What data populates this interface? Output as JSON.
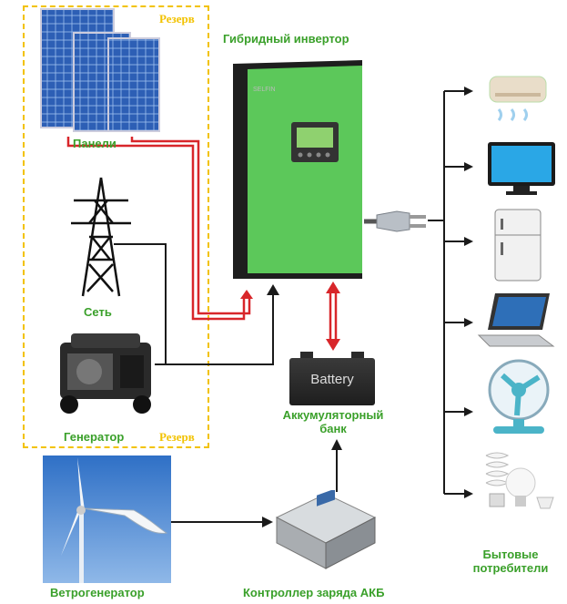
{
  "labels": {
    "reserve_top": "Резерв",
    "reserve_bottom": "Резерв",
    "panels": "Панели",
    "grid": "Сеть",
    "generator": "Генератор",
    "inverter": "Гибридный инвертор",
    "battery_text": "Battery",
    "battery_bank": "Аккумуляторный банк",
    "wind": "Ветрогенератор",
    "controller": "Контроллер заряда АКБ",
    "consumers": "Бытовые потребители",
    "inverter_brand": "SELFIN"
  },
  "colors": {
    "reserve_border": "#f2c200",
    "label_green": "#3aa02a",
    "wire_red": "#d8262a",
    "wire_black": "#1a1a1a",
    "inverter_green": "#5cc85a",
    "sky_blue": "#3d7fd0"
  },
  "consumers": [
    "air-conditioner-icon",
    "tv-icon",
    "fridge-icon",
    "laptop-icon",
    "fan-icon",
    "light-bulbs-icon"
  ]
}
